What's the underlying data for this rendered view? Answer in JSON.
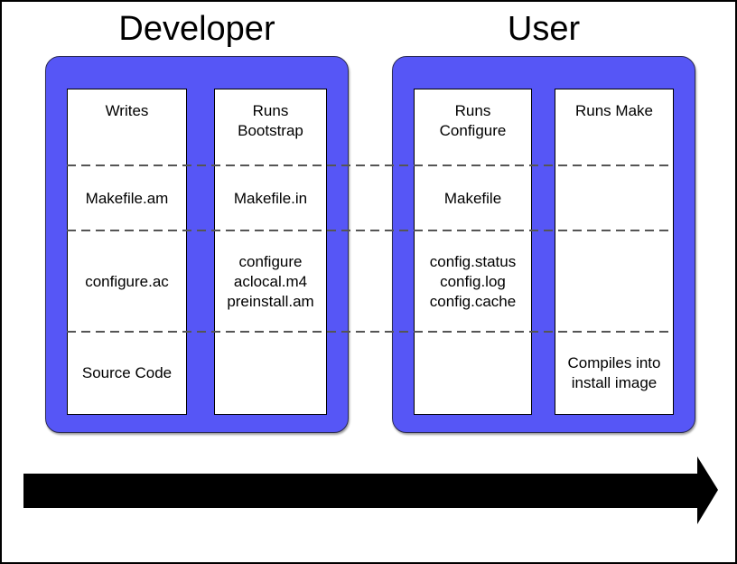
{
  "diagram": {
    "groups": [
      {
        "title": "Developer",
        "columns": [
          {
            "name": "developer-writes",
            "cells": [
              "Writes",
              "Makefile.am",
              "configure.ac",
              "Source Code"
            ]
          },
          {
            "name": "developer-bootstrap",
            "cells": [
              "Runs\nBootstrap",
              "Makefile.in",
              "configure\naclocal.m4\npreinstall.am",
              ""
            ]
          }
        ]
      },
      {
        "title": "User",
        "columns": [
          {
            "name": "user-configure",
            "cells": [
              "Runs\nConfigure",
              "Makefile",
              "config.status\nconfig.log\nconfig.cache",
              ""
            ]
          },
          {
            "name": "user-make",
            "cells": [
              "Runs Make",
              "",
              "",
              "Compiles into\ninstall image"
            ]
          }
        ]
      }
    ],
    "colors": {
      "panel_blue": "#5656f6",
      "dash_gray": "#555555",
      "arrow_black": "#000000",
      "frame_black": "#000000"
    },
    "flow_arrow_direction": "right"
  }
}
